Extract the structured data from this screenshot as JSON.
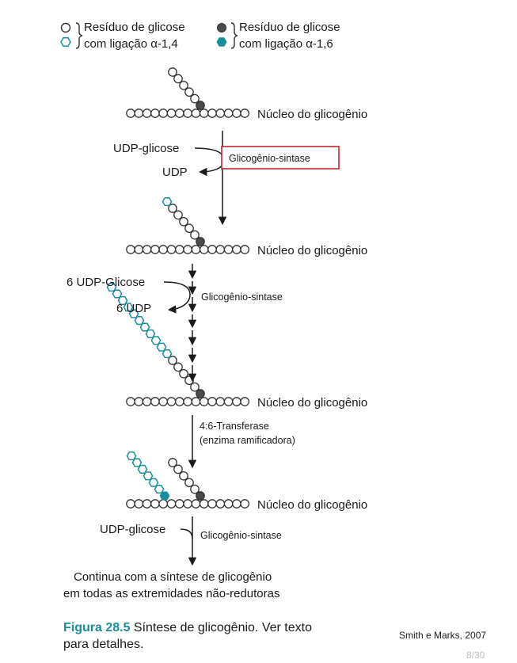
{
  "legend": {
    "open_line1": "Resíduo de glicose",
    "open_line2": "com ligação α-1,4",
    "filled_line1": "Resíduo de glicose",
    "filled_line2": "com ligação α-1,6"
  },
  "core_label": "Núcleo do glicogênio",
  "step1": {
    "substrate": "UDP-glicose",
    "product": "UDP",
    "enzyme": "Glicogênio-sintase"
  },
  "step2": {
    "substrate": "6 UDP-Glicose",
    "product": "6 UDP",
    "enzyme": "Glicogênio-sintase"
  },
  "step3": {
    "enzyme_line1": "4:6-Transferase",
    "enzyme_line2": "(enzima ramificadora)"
  },
  "step4": {
    "substrate": "UDP-glicose",
    "enzyme": "Glicogênio-sintase"
  },
  "continuation": {
    "line1": "Continua com a síntese de glicogênio",
    "line2": "em todas as extremidades não-redutoras"
  },
  "caption": {
    "figure_number": "Figura 28.5",
    "text_line1": " Síntese de glicogênio. Ver texto",
    "text_line2": "para detalhes."
  },
  "credit": "Smith e Marks, 2007",
  "page_number": "8/30",
  "colors": {
    "teal": "#1a8f9b",
    "dark_residue": "#4a4a4a",
    "highlight_box": "#c0282d",
    "ink": "#1a1a1a"
  }
}
